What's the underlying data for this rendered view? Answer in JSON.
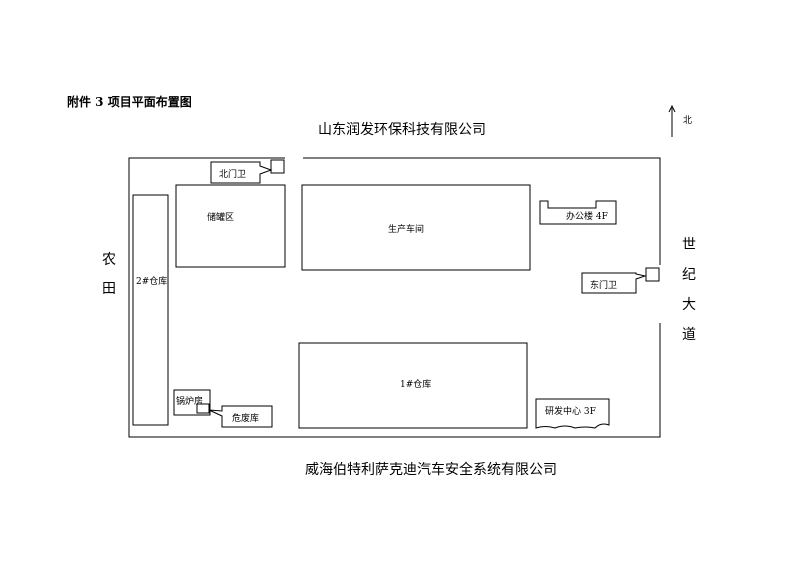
{
  "title": "附件 3  项目平面布置图",
  "neighbors": {
    "north": "山东润发环保科技有限公司",
    "south": "威海伯特利萨克迪汽车安全系统有限公司",
    "west": [
      "农",
      "田"
    ],
    "east": [
      "世",
      "纪",
      "大",
      "道"
    ]
  },
  "compass": {
    "label": "北"
  },
  "buildings": {
    "north_gate": "北门卫",
    "storage_tank": "储罐区",
    "workshop": "生产车间",
    "office": "办公楼  4F",
    "warehouse2": "2#仓库",
    "east_gate": "东门卫",
    "warehouse1": "1#仓库",
    "boiler": "锅炉房",
    "hazardous": "危废库",
    "rd_center": "研发中心  3F"
  }
}
